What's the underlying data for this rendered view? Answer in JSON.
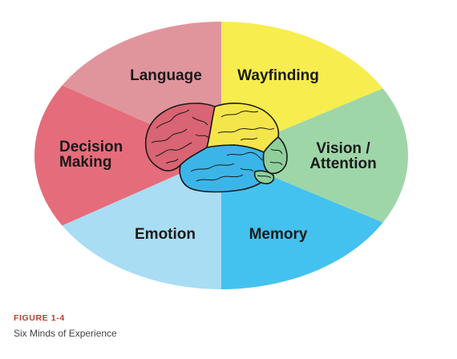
{
  "figure": {
    "label": "FIGURE 1-4",
    "caption": "Six Minds of Experience"
  },
  "segments": {
    "language": {
      "label": "Language",
      "color": "#e0959d"
    },
    "wayfinding": {
      "label": "Wayfinding",
      "color": "#f7ed4e"
    },
    "vision": {
      "line1": "Vision /",
      "line2": "Attention",
      "color": "#9fd6a8"
    },
    "memory": {
      "label": "Memory",
      "color": "#44c2ef"
    },
    "emotion": {
      "label": "Emotion",
      "color": "#a9ddf3"
    },
    "decision": {
      "line1": "Decision",
      "line2": "Making",
      "color": "#e56c7b"
    }
  },
  "brain": {
    "icon": "brain-icon",
    "colors": {
      "frontal": "#d96473",
      "parietal": "#f4e54a",
      "occipital": "#8fcf9a",
      "temporal": "#3bb5e8",
      "cerebellum": "#8fcf9a"
    }
  }
}
